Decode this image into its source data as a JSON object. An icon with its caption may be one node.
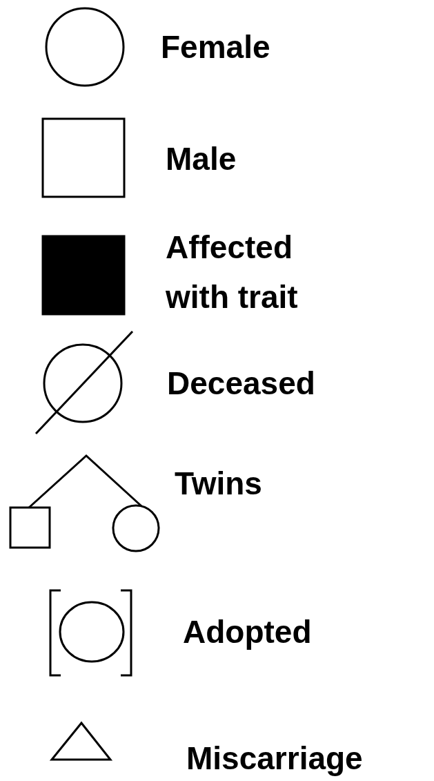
{
  "diagram": {
    "legend": [
      {
        "text": "Female"
      },
      {
        "text": "Male"
      },
      {
        "text": "Affected with trait"
      },
      {
        "text": "Deceased"
      },
      {
        "text": "Twins"
      },
      {
        "text": "Adopted"
      },
      {
        "text": "Miscarriage"
      }
    ]
  }
}
